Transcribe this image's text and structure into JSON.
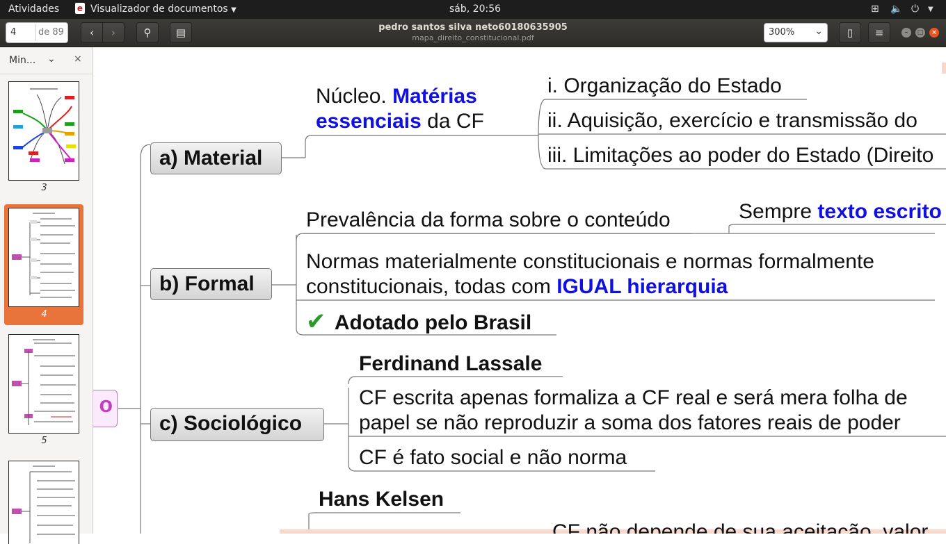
{
  "topbar": {
    "activities": "Atividades",
    "app_name": "Visualizador de documentos",
    "clock": "sáb, 20:56"
  },
  "header": {
    "page_current": "4",
    "page_total": "de 89",
    "doc_title": "pedro santos silva neto60180635905",
    "doc_filename": "mapa_direito_constitucional.pdf",
    "zoom": "300%"
  },
  "sidebar": {
    "mode_label": "Min...",
    "thumbnails": [
      {
        "page": "3",
        "selected": false
      },
      {
        "page": "4",
        "selected": true
      },
      {
        "page": "5",
        "selected": false
      },
      {
        "page": "",
        "selected": false
      }
    ]
  },
  "mindmap": {
    "root_fragment": "o",
    "material": {
      "label": "a) Material",
      "nucleo_prefix": "Núcleo. ",
      "nucleo_bold_1": "Matérias",
      "nucleo_bold_2": "essenciais",
      "nucleo_suffix": " da CF",
      "items": [
        "i. Organização do Estado",
        "ii. Aquisição, exercício e transmissão do",
        "iii. Limitações ao poder do Estado (Direito"
      ]
    },
    "formal": {
      "label": "b) Formal",
      "prevalencia": "Prevalência da forma sobre o conteúdo",
      "sempre_prefix": "Sempre ",
      "sempre_bold": "texto escrito",
      "normas_line1": "Normas materialmente constitucionais e normas formalmente",
      "normas_line2_prefix": "constitucionais, todas com ",
      "normas_line2_bold": "IGUAL hierarquia",
      "check_icon": "✔",
      "adotado": "Adotado pelo Brasil"
    },
    "sociologico": {
      "label": "c) Sociológico",
      "author": "Ferdinand Lassale",
      "desc_line1": "CF escrita apenas formaliza a CF real e será mera folha de",
      "desc_line2": "papel se não reproduzir a soma dos fatores reais de poder",
      "fato_social": "CF é fato social e não norma"
    },
    "juridico": {
      "author": "Hans Kelsen",
      "partial": "CF não depende de sua aceitação, valor"
    }
  },
  "colors": {
    "accent": "#e8743b",
    "blue_text": "#1010e0",
    "check_green": "#2a9a2a",
    "root_purple": "#c040c0"
  }
}
